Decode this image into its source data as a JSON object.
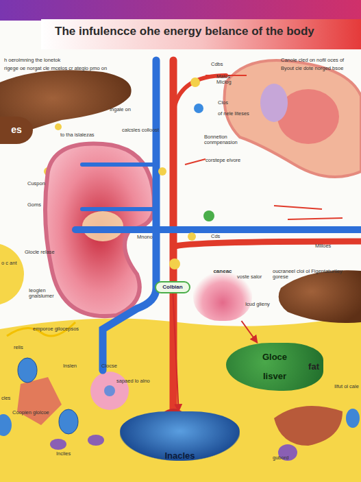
{
  "diagram": {
    "title": "The infulencce ohe energy belance of the body",
    "nodes": [
      {
        "text": [
          "es"
        ]
      },
      {
        "text": [
          "Colbian"
        ]
      },
      {
        "text": [
          "caneac"
        ]
      },
      {
        "text": [
          "Gloce",
          "fat",
          "Iisver"
        ]
      },
      {
        "text": [
          "Inacles"
        ]
      }
    ],
    "edges": [
      {
        "from": 1,
        "to": 4,
        "arrow": "to"
      },
      {
        "from": 2,
        "to": 3,
        "arrow": "to"
      }
    ],
    "labels": [
      "h oerolmning the lonetok",
      "rigege oe norgat cle mcelos cr ategio pmo on",
      "Cdbs",
      "Malos Miclog",
      "Clos",
      "of nele liteses",
      "Canole cled on nofil oces of",
      "Byout cie dote norged bsoe",
      "Ingale on",
      "calcsles colloost",
      "to tha islalezas",
      "Bonnetion conmpenasion",
      "corstepe elvore",
      "Cuspon",
      "Goms",
      "Mnono",
      "Cds",
      "Mliloes",
      "Glocle relase",
      "Ieoglen gnalslumer",
      "emporoe gilocepsos",
      "relis",
      "oucraneel cloi ol Figentaturtley gorese",
      "voste salor",
      "Icud glieny",
      "Inslen",
      "Clocse",
      "sapaed lo alno",
      "Coopien glolcoe",
      "Inclies",
      "cles",
      "Ilfut ol cale",
      "gubord",
      "o c ant"
    ]
  }
}
